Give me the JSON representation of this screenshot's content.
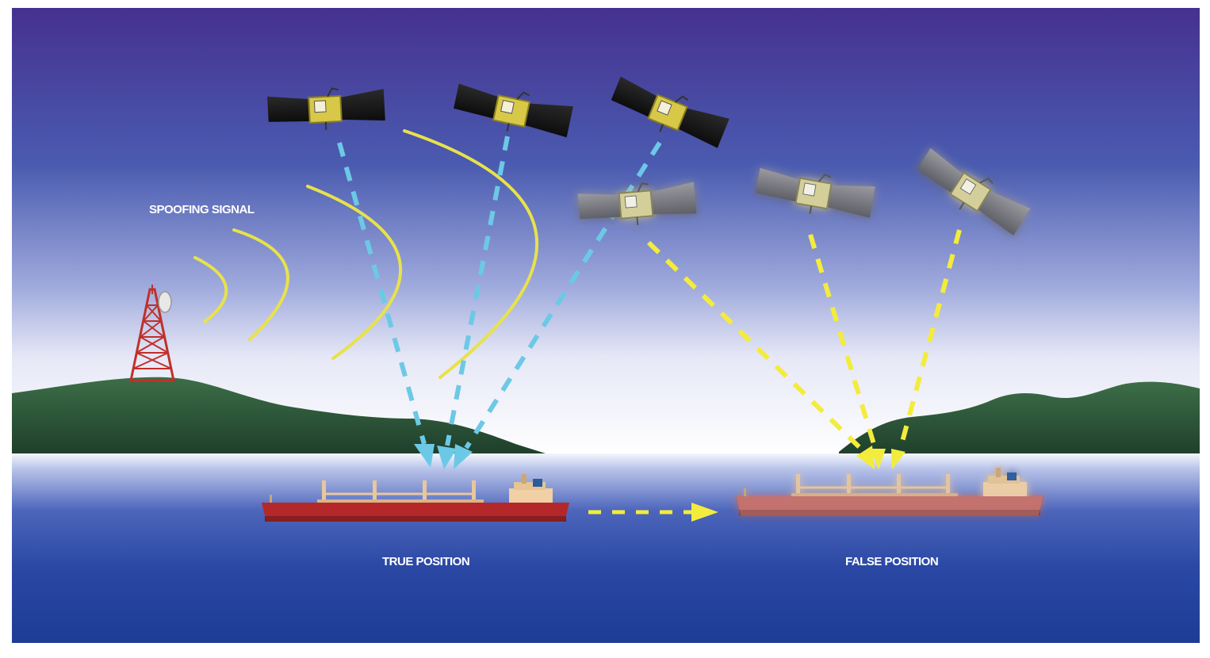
{
  "labels": {
    "spoofing_signal": "SPOOFING SIGNAL",
    "true_position": "TRUE POSITION",
    "false_position": "FALSE POSITION"
  },
  "colors": {
    "sky_top": "#46318f",
    "sky_mid": "#4a5bb0",
    "horizon": "#ffffff",
    "sea_top": "#c9d3f0",
    "sea_deep": "#1e3c93",
    "hill": "#2f5a3a",
    "hill_dark": "#1d3d28",
    "true_signal": "#6cc9e6",
    "spoof_signal": "#f3ec3c",
    "spoof_wave": "#e8e24a",
    "ship_hull": "#b5282a",
    "ship_hull_false": "#c9726a",
    "tower": "#c0302a"
  },
  "icons": {
    "real_satellite": "satellite-icon",
    "fake_satellite": "satellite-icon",
    "spoofing_tower": "radio-tower-icon",
    "ship": "cargo-ship-icon"
  }
}
